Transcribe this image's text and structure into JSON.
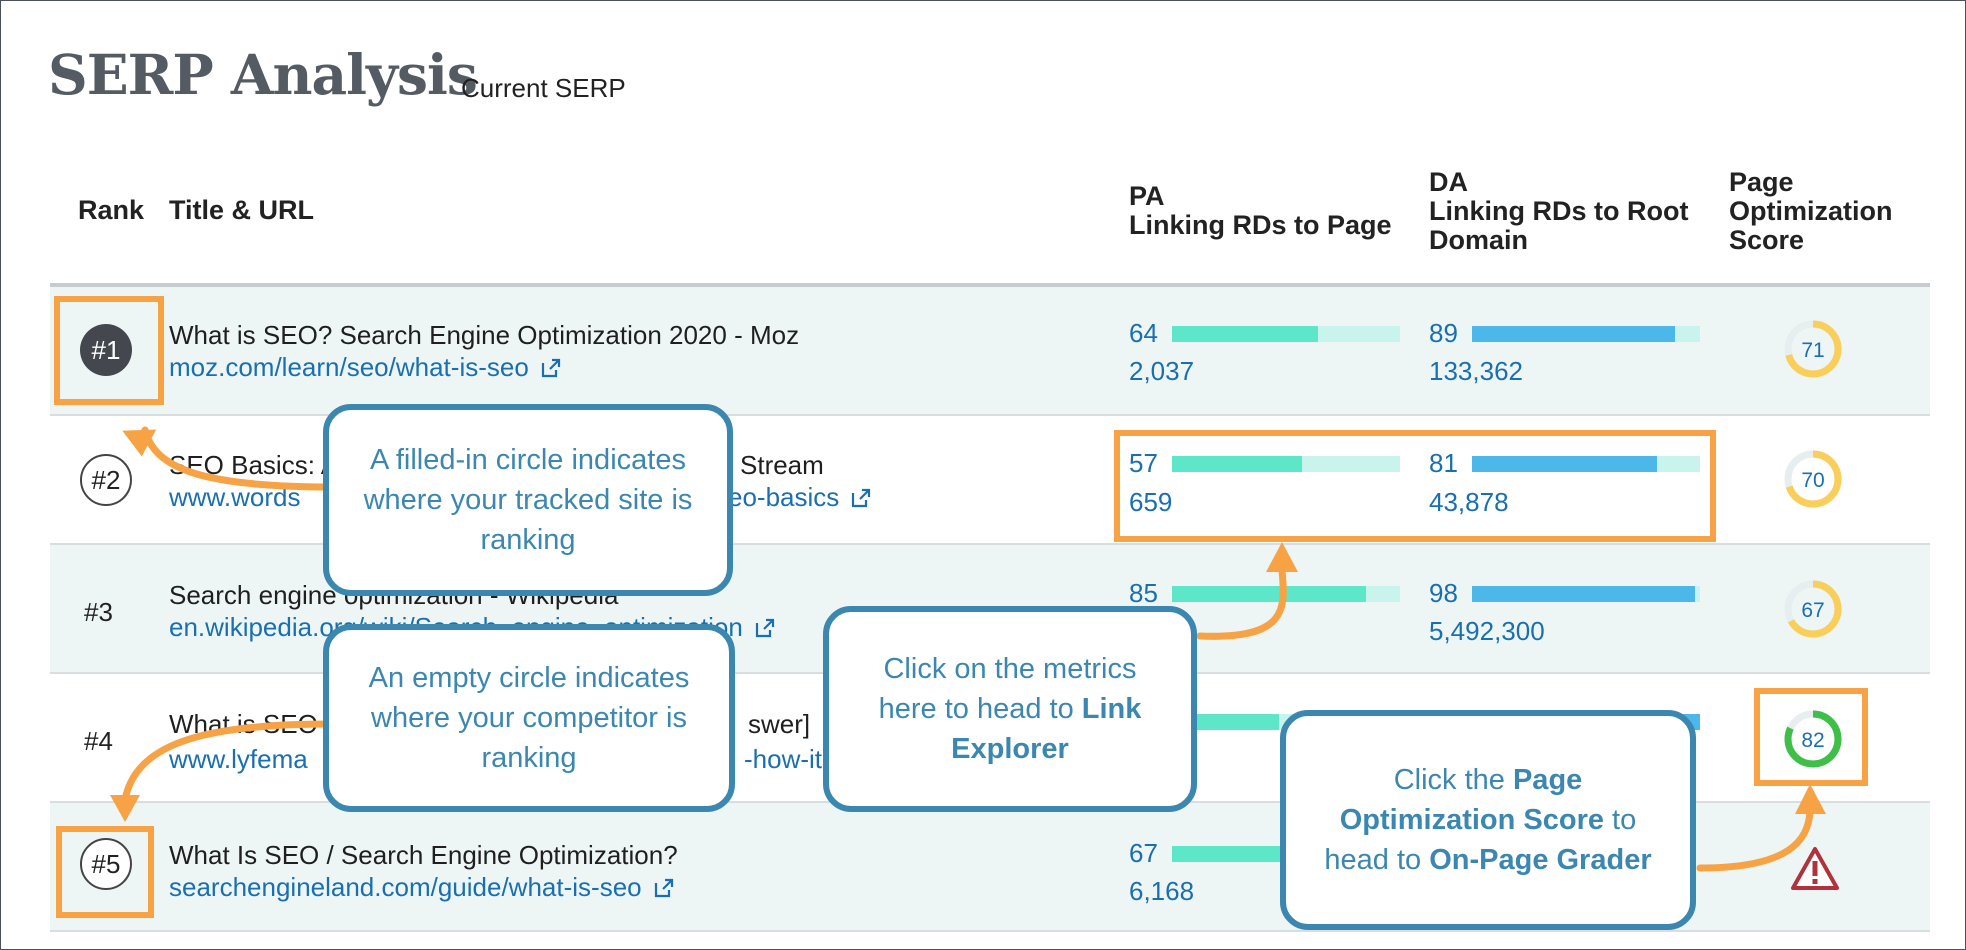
{
  "header": {
    "title": "SERP Analysis",
    "subtitle": "Current SERP"
  },
  "columns": {
    "rank": "Rank",
    "title_url": "Title & URL",
    "pa": "PA",
    "pa_sub": "Linking RDs to Page",
    "da": "DA",
    "da_sub1": "Linking RDs to Root",
    "da_sub2": "Domain",
    "pos1": "Page",
    "pos2": "Optimization",
    "pos3": "Score"
  },
  "rows": [
    {
      "rank": "#1",
      "style": "filled",
      "title": "What is SEO? Search Engine Optimization 2020 - Moz",
      "url": "moz.com/learn/seo/what-is-seo",
      "pa": "64",
      "pa_fraction": 0.64,
      "pa_rds": "2,037",
      "da": "89",
      "da_fraction": 0.89,
      "da_rds": "133,362",
      "score": "71",
      "score_fraction": 0.71
    },
    {
      "rank": "#2",
      "style": "empty",
      "title": "SEO Basics: A",
      "title_tail": "Stream",
      "url": "www.words",
      "url_tail": "eo-basics",
      "pa": "57",
      "pa_fraction": 0.57,
      "pa_rds": "659",
      "da": "81",
      "da_fraction": 0.81,
      "da_rds": "43,878",
      "score": "70",
      "score_fraction": 0.7
    },
    {
      "rank": "#3",
      "style": "plain",
      "title": "Search engine optimization - Wikipedia",
      "url": "en.wikipedia.org/wiki/Search_engine_optimization",
      "pa": "85",
      "pa_fraction": 0.85,
      "pa_rds": "",
      "da": "98",
      "da_fraction": 0.98,
      "da_rds": "5,492,300",
      "score": "67",
      "score_fraction": 0.67
    },
    {
      "rank": "#4",
      "style": "plain",
      "title": "What is SEO",
      "title_tail": "swer]",
      "url": "www.lyfema",
      "url_tail": "-how-it",
      "pa": "",
      "pa_fraction": 0.47,
      "pa_rds": "",
      "da": "",
      "da_fraction": 1.0,
      "da_rds": "",
      "score": "82",
      "score_fraction": 0.82
    },
    {
      "rank": "#5",
      "style": "empty",
      "title": "What Is SEO / Search Engine Optimization?",
      "url": "searchengineland.com/guide/what-is-seo",
      "pa": "67",
      "pa_fraction": 0.67,
      "pa_rds": "6,168",
      "da": "",
      "da_fraction": 0,
      "da_rds": "",
      "score": "",
      "score_fraction": 0
    }
  ],
  "callouts": {
    "filled": "A filled-in circle indicates where your tracked site is ranking",
    "empty": "An empty circle indicates where your competitor is ranking",
    "metrics_a": "Click on the metrics here to head to ",
    "metrics_b": "Link Explorer",
    "pos_a": "Click the ",
    "pos_b": "Page Optimization Score",
    "pos_c": " to head to ",
    "pos_d": "On-Page Grader"
  },
  "colors": {
    "pa_bar": "#5ee6c8",
    "pa_track": "#c8f4ed",
    "da_bar": "#4cb8ea",
    "da_track": "#c8f4ed",
    "gauge_yellow": "#f9ce5a",
    "gauge_green": "#3fbf47",
    "highlight": "#f7a345",
    "callout": "#3b87b0",
    "warning": "#b0323c"
  },
  "icons": {
    "external": "external-link-icon",
    "warning": "warning-triangle-icon"
  }
}
